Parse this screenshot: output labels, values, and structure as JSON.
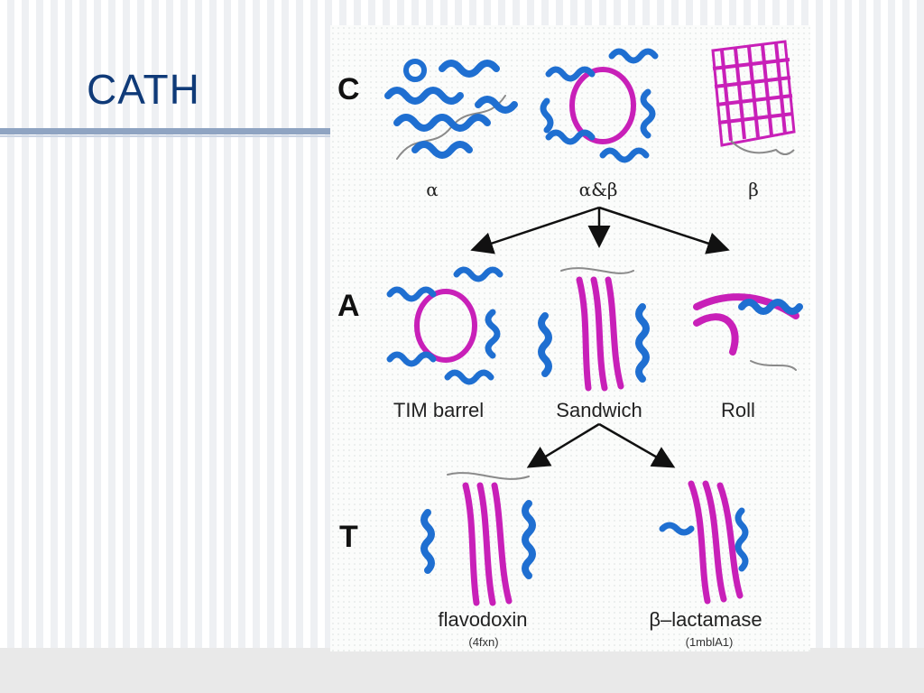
{
  "slide": {
    "title": "CATH",
    "colors": {
      "title": "#0f3a78",
      "helix": "#1f6fd1",
      "strand": "#c820b8",
      "coil": "#8a8a8a"
    }
  },
  "figure": {
    "levels": {
      "c": "C",
      "a": "A",
      "t": "T"
    },
    "class_labels": {
      "alpha": "α",
      "alpha_beta": "α&β",
      "beta": "β"
    },
    "architecture_labels": {
      "tim": "TIM barrel",
      "sandwich": "Sandwich",
      "roll": "Roll"
    },
    "topology_labels": {
      "flavodoxin": "flavodoxin",
      "flavodoxin_id": "(4fxn)",
      "lactamase": "β–lactamase",
      "lactamase_id": "(1mblA1)"
    }
  }
}
